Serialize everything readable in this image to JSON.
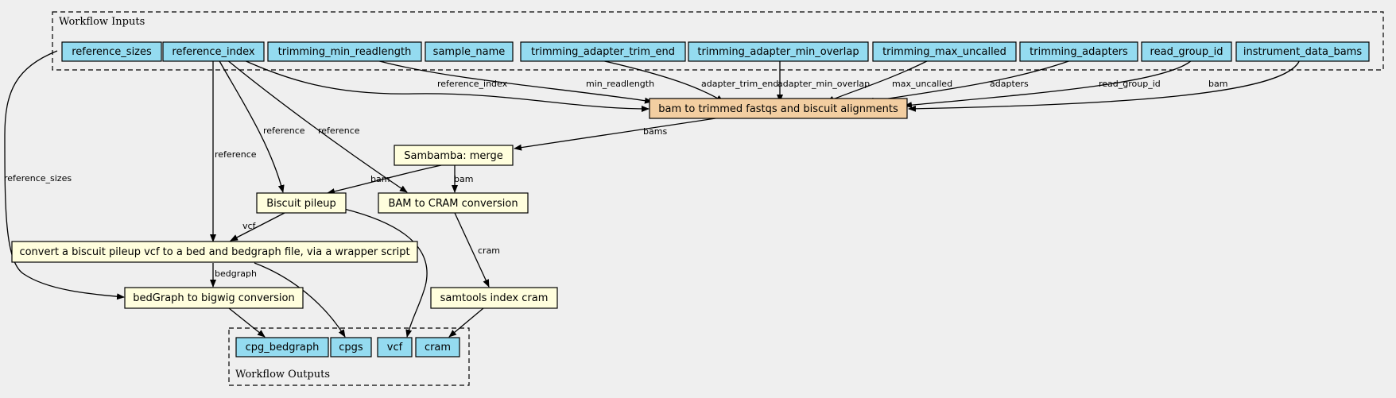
{
  "clusters": {
    "inputs_label": "Workflow Inputs",
    "outputs_label": "Workflow Outputs"
  },
  "inputs": {
    "reference_sizes": "reference_sizes",
    "reference_index": "reference_index",
    "trimming_min_readlength": "trimming_min_readlength",
    "sample_name": "sample_name",
    "trimming_adapter_trim_end": "trimming_adapter_trim_end",
    "trimming_adapter_min_overlap": "trimming_adapter_min_overlap",
    "trimming_max_uncalled": "trimming_max_uncalled",
    "trimming_adapters": "trimming_adapters",
    "read_group_id": "read_group_id",
    "instrument_data_bams": "instrument_data_bams"
  },
  "steps": {
    "trim_align": "bam to trimmed fastqs and biscuit alignments",
    "merge": "Sambamba: merge",
    "pileup": "Biscuit pileup",
    "cram_conversion": "BAM to CRAM conversion",
    "vcf2bed": "convert a biscuit pileup vcf to a bed and bedgraph file, via a wrapper script",
    "bigwig": "bedGraph to bigwig conversion",
    "index_cram": "samtools index cram"
  },
  "outputs": {
    "cpg_bedgraph": "cpg_bedgraph",
    "cpgs": "cpgs",
    "vcf": "vcf",
    "cram": "cram"
  },
  "edge_labels": {
    "reference_index": "reference_index",
    "min_readlength": "min_readlength",
    "adapter_trim_end": "adapter_trim_end",
    "adapter_min_overlap": "adapter_min_overlap",
    "max_uncalled": "max_uncalled",
    "adapters": "adapters",
    "read_group_id": "read_group_id",
    "bam_input": "bam",
    "bams": "bams",
    "reference_sizes": "reference_sizes",
    "reference_to_vcf2bed": "reference",
    "reference_to_pileup": "reference",
    "reference_to_cram": "reference",
    "bam_to_pileup": "bam",
    "bam_to_cram": "bam",
    "vcf": "vcf",
    "bedgraph": "bedgraph",
    "cram": "cram"
  }
}
